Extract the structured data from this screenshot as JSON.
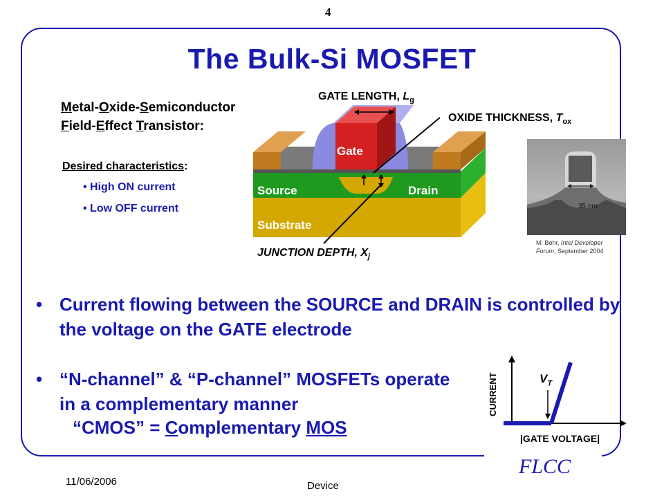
{
  "page_number": "4",
  "title": "The Bulk-Si MOSFET",
  "definition": {
    "line1": {
      "M": "M",
      "etal": "etal-",
      "O": "O",
      "xide": "xide-",
      "S": "S",
      "emi": "emiconductor"
    },
    "line2": {
      "F": "F",
      "ield": "ield-",
      "E": "E",
      "ffect": "ffect ",
      "T": "T",
      "rans": "ransistor:"
    }
  },
  "desired": {
    "heading": "Desired characteristics",
    "colon": ":",
    "items": [
      "High ON current",
      "Low OFF current"
    ]
  },
  "diagram": {
    "gate_length": "GATE LENGTH, ",
    "gate_length_sym": "L",
    "gate_length_sub": "g",
    "oxide": "OXIDE THICKNESS, ",
    "oxide_sym": "T",
    "oxide_sub": "ox",
    "junction": "JUNCTION DEPTH, ",
    "junction_sym": "X",
    "junction_sub": "j",
    "gate": "Gate",
    "source": "Source",
    "drain": "Drain",
    "substrate": "Substrate"
  },
  "sem": {
    "scale": "35 nm"
  },
  "citation": {
    "author": "M. Bohr, ",
    "venue": "Intel Developer Forum",
    "date": ", September 2004"
  },
  "bullets": [
    {
      "dot": "•",
      "text": "Current flowing between the SOURCE and DRAIN is controlled by the voltage on the GATE electrode"
    },
    {
      "dot": "•",
      "text": "“N-channel” & “P-channel” MOSFETs operate in a complementary manner"
    }
  ],
  "cmos": {
    "pre": "“CMOS” = ",
    "C": "C",
    "omp": "omplementary ",
    "MOS": "MOS"
  },
  "iv_chart": {
    "ylabel": "CURRENT",
    "xlabel": "|GATE VOLTAGE|",
    "vt": "V",
    "vt_sub": "T"
  },
  "footer": {
    "date": "11/06/2006",
    "device": "Device",
    "logo": "FLCC"
  },
  "colors": {
    "accent": "#1a1ab0",
    "gate": "#d42020",
    "substrate": "#d4a800",
    "well": "#1f9a1f",
    "spacer": "#8a8ae0",
    "contact": "#c07a20"
  }
}
